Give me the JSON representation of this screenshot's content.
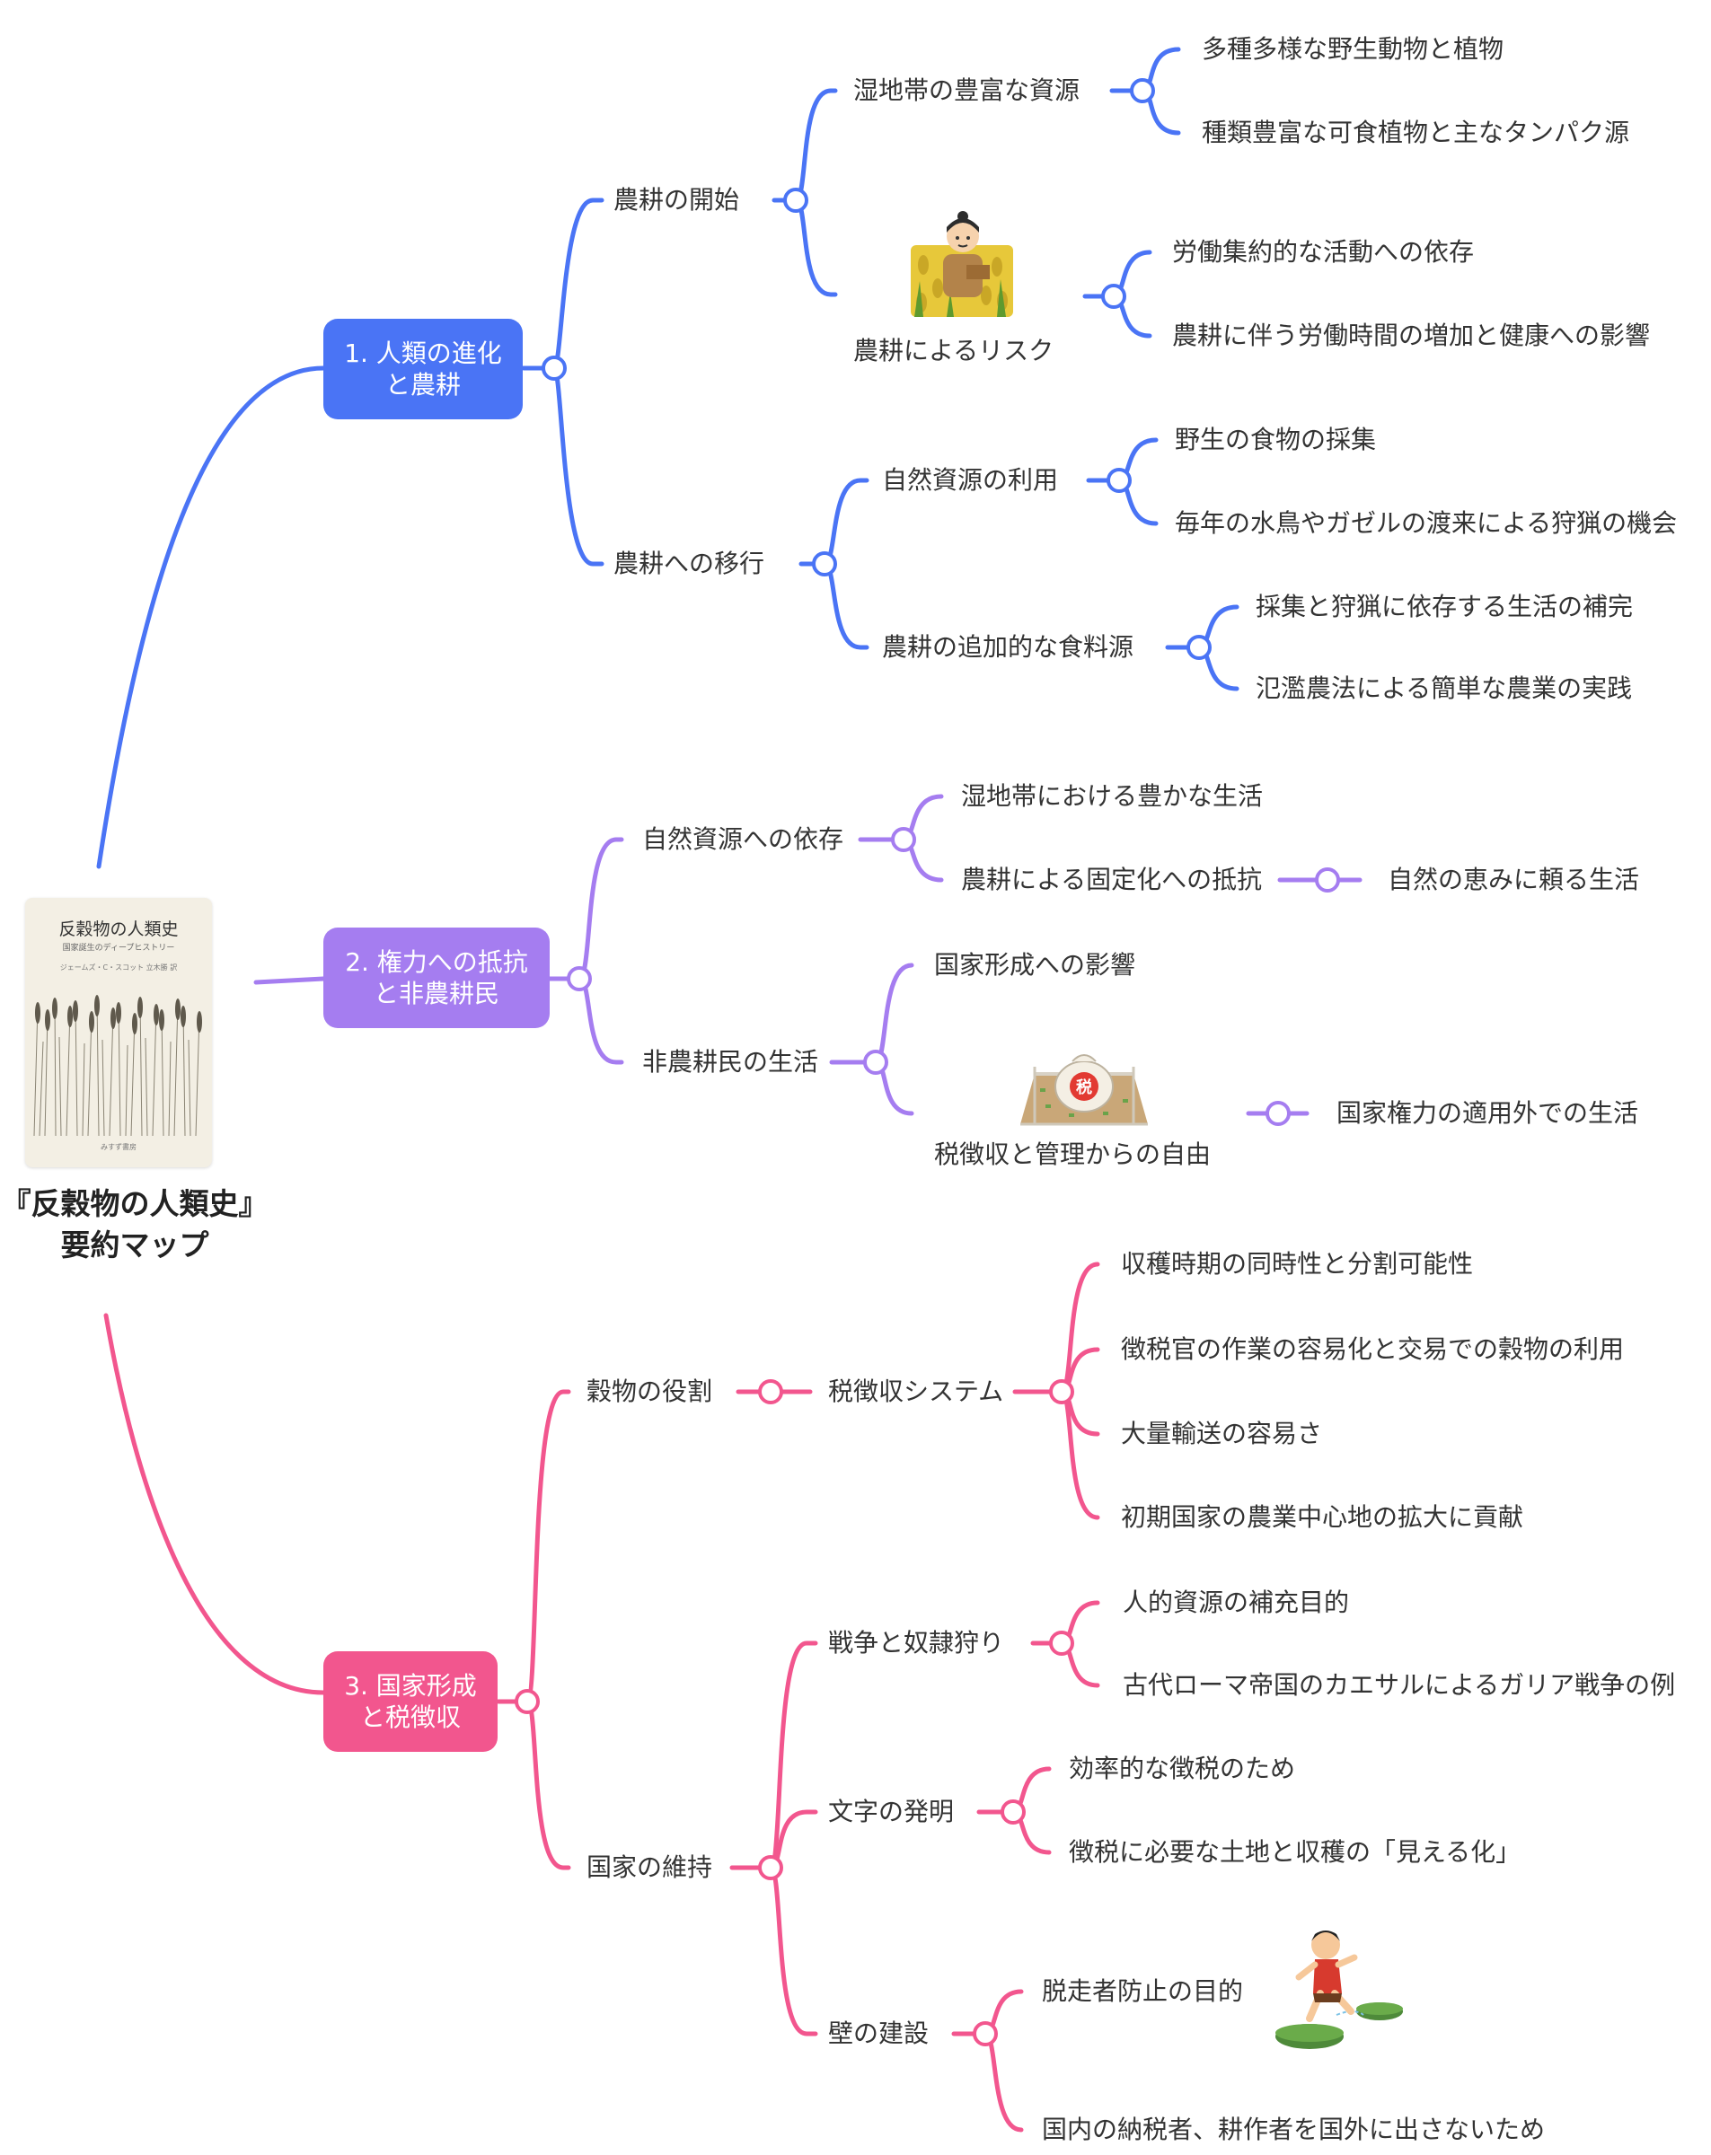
{
  "root": {
    "title_line1": "『反穀物の人類史』",
    "title_line2": "要約マップ",
    "book": {
      "title": "反穀物の人類史",
      "subtitle": "国家誕生のディープヒストリー",
      "author": "ジェームズ・C・スコット",
      "translator": "立木勝 訳",
      "publisher": "みすず書房"
    }
  },
  "colors": {
    "blue": "#4a74f5",
    "purple": "#a57df0",
    "pink": "#f2568e"
  },
  "branches": [
    {
      "line1": "1. 人類の進化",
      "line2": "と農耕",
      "color": "blue",
      "children": [
        {
          "label": "農耕の開始",
          "children": [
            {
              "label": "湿地帯の豊富な資源",
              "children": [
                "多種多様な野生動物と植物",
                "種類豊富な可食植物と主なタンパク源"
              ]
            },
            {
              "label": "農耕によるリスク",
              "icon": "farmer-illustration",
              "children": [
                "労働集約的な活動への依存",
                "農耕に伴う労働時間の増加と健康への影響"
              ]
            }
          ]
        },
        {
          "label": "農耕への移行",
          "children": [
            {
              "label": "自然資源の利用",
              "children": [
                "野生の食物の採集",
                "毎年の水鳥やガゼルの渡来による狩猟の機会"
              ]
            },
            {
              "label": "農耕の追加的な食料源",
              "children": [
                "採集と狩猟に依存する生活の補完",
                "氾濫農法による簡単な農業の実践"
              ]
            }
          ]
        }
      ]
    },
    {
      "line1": "2. 権力への抵抗",
      "line2": "と非農耕民",
      "color": "purple",
      "children": [
        {
          "label": "自然資源への依存",
          "children": [
            {
              "label": "湿地帯における豊かな生活",
              "children": []
            },
            {
              "label": "農耕による固定化への抵抗",
              "children": [
                "自然の恵みに頼る生活"
              ]
            }
          ]
        },
        {
          "label": "非農耕民の生活",
          "children": [
            {
              "label": "国家形成への影響",
              "children": []
            },
            {
              "label": "税徴収と管理からの自由",
              "icon": "tax-bag-illustration",
              "icon_text": "税",
              "children": [
                "国家権力の適用外での生活"
              ]
            }
          ]
        }
      ]
    },
    {
      "line1": "3. 国家形成",
      "line2": "と税徴収",
      "color": "pink",
      "children": [
        {
          "label": "穀物の役割",
          "children": [
            {
              "label": "税徴収システム",
              "children": [
                "収穫時期の同時性と分割可能性",
                "徴税官の作業の容易化と交易での穀物の利用",
                "大量輸送の容易さ",
                "初期国家の農業中心地の拡大に貢献"
              ]
            }
          ]
        },
        {
          "label": "国家の維持",
          "children": [
            {
              "label": "戦争と奴隷狩り",
              "children": [
                "人的資源の補充目的",
                "古代ローマ帝国のカエサルによるガリア戦争の例"
              ]
            },
            {
              "label": "文字の発明",
              "children": [
                "効率的な徴税のため",
                "徴税に必要な土地と収穫の「見える化」"
              ]
            },
            {
              "label": "壁の建設",
              "children": [
                "脱走者防止の目的",
                "国内の納税者、耕作者を国外に出さないため"
              ]
            }
          ]
        }
      ]
    }
  ],
  "illustrations": {
    "escape": "runner-illustration"
  }
}
